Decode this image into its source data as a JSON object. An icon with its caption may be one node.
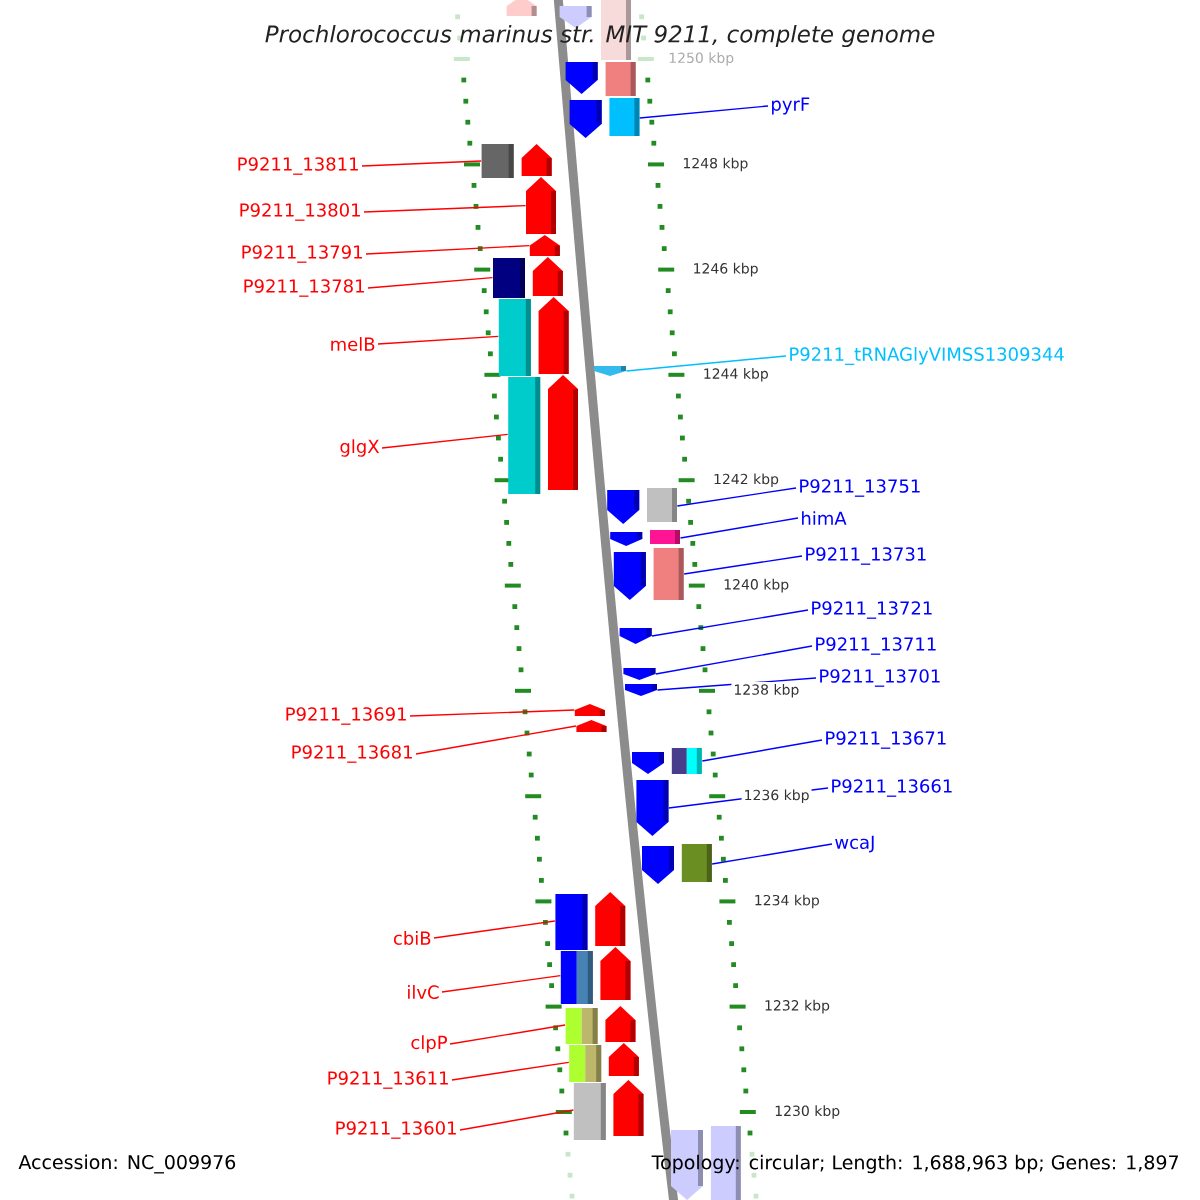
{
  "diagram": {
    "title": "Prochlorococcus marinus str. MIT 9211, complete genome",
    "nodes": [
      {
        "text": [
          "pyrF"
        ]
      },
      {
        "text": [
          "P9211_13811"
        ]
      },
      {
        "text": [
          "P9211_13801"
        ]
      },
      {
        "text": [
          "P9211_13791"
        ]
      },
      {
        "text": [
          "P9211_13781"
        ]
      },
      {
        "text": [
          "melB"
        ]
      },
      {
        "text": [
          "P9211_tRNAGlyVIMSS1309344"
        ]
      },
      {
        "text": [
          "glgX"
        ]
      },
      {
        "text": [
          "P9211_13751"
        ]
      },
      {
        "text": [
          "himA"
        ]
      },
      {
        "text": [
          "P9211_13731"
        ]
      },
      {
        "text": [
          "P9211_13721"
        ]
      },
      {
        "text": [
          "P9211_13711"
        ]
      },
      {
        "text": [
          "P9211_13701"
        ]
      },
      {
        "text": [
          "P9211_13691"
        ]
      },
      {
        "text": [
          "P9211_13681"
        ]
      },
      {
        "text": [
          "P9211_13671"
        ]
      },
      {
        "text": [
          "P9211_13661"
        ]
      },
      {
        "text": [
          "wcaJ"
        ]
      },
      {
        "text": [
          "cbiB"
        ]
      },
      {
        "text": [
          "ilvC"
        ]
      },
      {
        "text": [
          "clpP"
        ]
      },
      {
        "text": [
          "P9211_13611"
        ]
      },
      {
        "text": [
          "P9211_13601"
        ]
      },
      {
        "text": [],
        "shape": "arrow"
      },
      {
        "text": [],
        "shape": "arrow"
      },
      {
        "text": [],
        "shape": "arrow"
      },
      {
        "text": [],
        "shape": "arrow"
      },
      {
        "text": [],
        "shape": "arrow"
      },
      {
        "text": [],
        "shape": "arrow"
      },
      {
        "text": [],
        "shape": "arrow"
      },
      {
        "text": [],
        "shape": "arrow"
      },
      {
        "text": [],
        "shape": "arrow"
      },
      {
        "text": [],
        "shape": "arrow"
      },
      {
        "text": [],
        "shape": "arrow"
      },
      {
        "text": [],
        "shape": "arrow"
      },
      {
        "text": [],
        "shape": "arrow"
      },
      {
        "text": [],
        "shape": "arrow"
      },
      {
        "text": [],
        "shape": "arrow"
      },
      {
        "text": [],
        "shape": "arrow"
      },
      {
        "text": [],
        "shape": "arrow"
      },
      {
        "text": [],
        "shape": "arrow"
      },
      {
        "text": [],
        "shape": "arrow"
      },
      {
        "text": [],
        "shape": "arrow"
      },
      {
        "text": [],
        "shape": "arrow"
      },
      {
        "text": [],
        "shape": "arrow"
      },
      {
        "text": [],
        "shape": "arrow"
      },
      {
        "text": [],
        "shape": "arrow"
      },
      {
        "text": [],
        "shape": "arrow"
      },
      {
        "text": [],
        "shape": "arrow"
      },
      {
        "text": [],
        "shape": "arrow"
      },
      {
        "text": [],
        "shape": "arrow"
      }
    ],
    "edges": [
      {
        "from": 0,
        "to": 27,
        "arrow": "none",
        "color": "#0000ff"
      },
      {
        "from": 1,
        "to": 28,
        "arrow": "none"
      },
      {
        "from": 2,
        "to": 29,
        "arrow": "none"
      },
      {
        "from": 3,
        "to": 30,
        "arrow": "none"
      },
      {
        "from": 4,
        "to": 31,
        "arrow": "none"
      },
      {
        "from": 5,
        "to": 32,
        "arrow": "none"
      },
      {
        "from": 6,
        "to": 33,
        "arrow": "none",
        "color": "#00bfff"
      },
      {
        "from": 7,
        "to": 34,
        "arrow": "none"
      },
      {
        "from": 8,
        "to": 35,
        "arrow": "none",
        "color": "#0000ff"
      },
      {
        "from": 9,
        "to": 36,
        "arrow": "none",
        "color": "#0000ff"
      },
      {
        "from": 10,
        "to": 37,
        "arrow": "none",
        "color": "#0000ff"
      },
      {
        "from": 11,
        "to": 38,
        "arrow": "none",
        "color": "#0000ff"
      },
      {
        "from": 12,
        "to": 39,
        "arrow": "none",
        "color": "#0000ff"
      },
      {
        "from": 13,
        "to": 40,
        "arrow": "none",
        "color": "#0000ff"
      },
      {
        "from": 14,
        "to": 41,
        "arrow": "none"
      },
      {
        "from": 15,
        "to": 42,
        "arrow": "none"
      },
      {
        "from": 16,
        "to": 43,
        "arrow": "none",
        "color": "#0000ff"
      },
      {
        "from": 17,
        "to": 44,
        "arrow": "none",
        "color": "#0000ff"
      },
      {
        "from": 18,
        "to": 45,
        "arrow": "none",
        "color": "#0000ff"
      },
      {
        "from": 19,
        "to": 46,
        "arrow": "none"
      },
      {
        "from": 20,
        "to": 47,
        "arrow": "none"
      },
      {
        "from": 21,
        "to": 48,
        "arrow": "none"
      },
      {
        "from": 22,
        "to": 49,
        "arrow": "none"
      },
      {
        "from": 23,
        "to": 50,
        "arrow": "none"
      }
    ],
    "labels": [
      "1250 kbp",
      "1248 kbp",
      "1246 kbp",
      "1244 kbp",
      "1242 kbp",
      "1240 kbp",
      "1238 kbp",
      "1236 kbp",
      "1234 kbp",
      "1232 kbp",
      "1230 kbp",
      "Accession: NC_009976",
      "Topology: circular; Length: 1,688,963 bp; Genes: 1,897"
    ]
  }
}
